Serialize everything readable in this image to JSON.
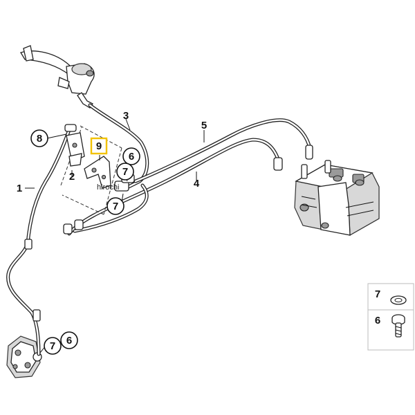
{
  "watermark": "hirochi",
  "callouts": {
    "c1": "1",
    "c2": "2",
    "c3": "3",
    "c4": "4",
    "c5": "5",
    "c6a": "6",
    "c6b": "6",
    "c7a": "7",
    "c7b": "7",
    "c7c": "7",
    "c8": "8",
    "c9": "9"
  },
  "legend": {
    "item_7": "7",
    "item_6": "6"
  },
  "colors": {
    "highlight": "#f2c200",
    "line": "#222222"
  }
}
